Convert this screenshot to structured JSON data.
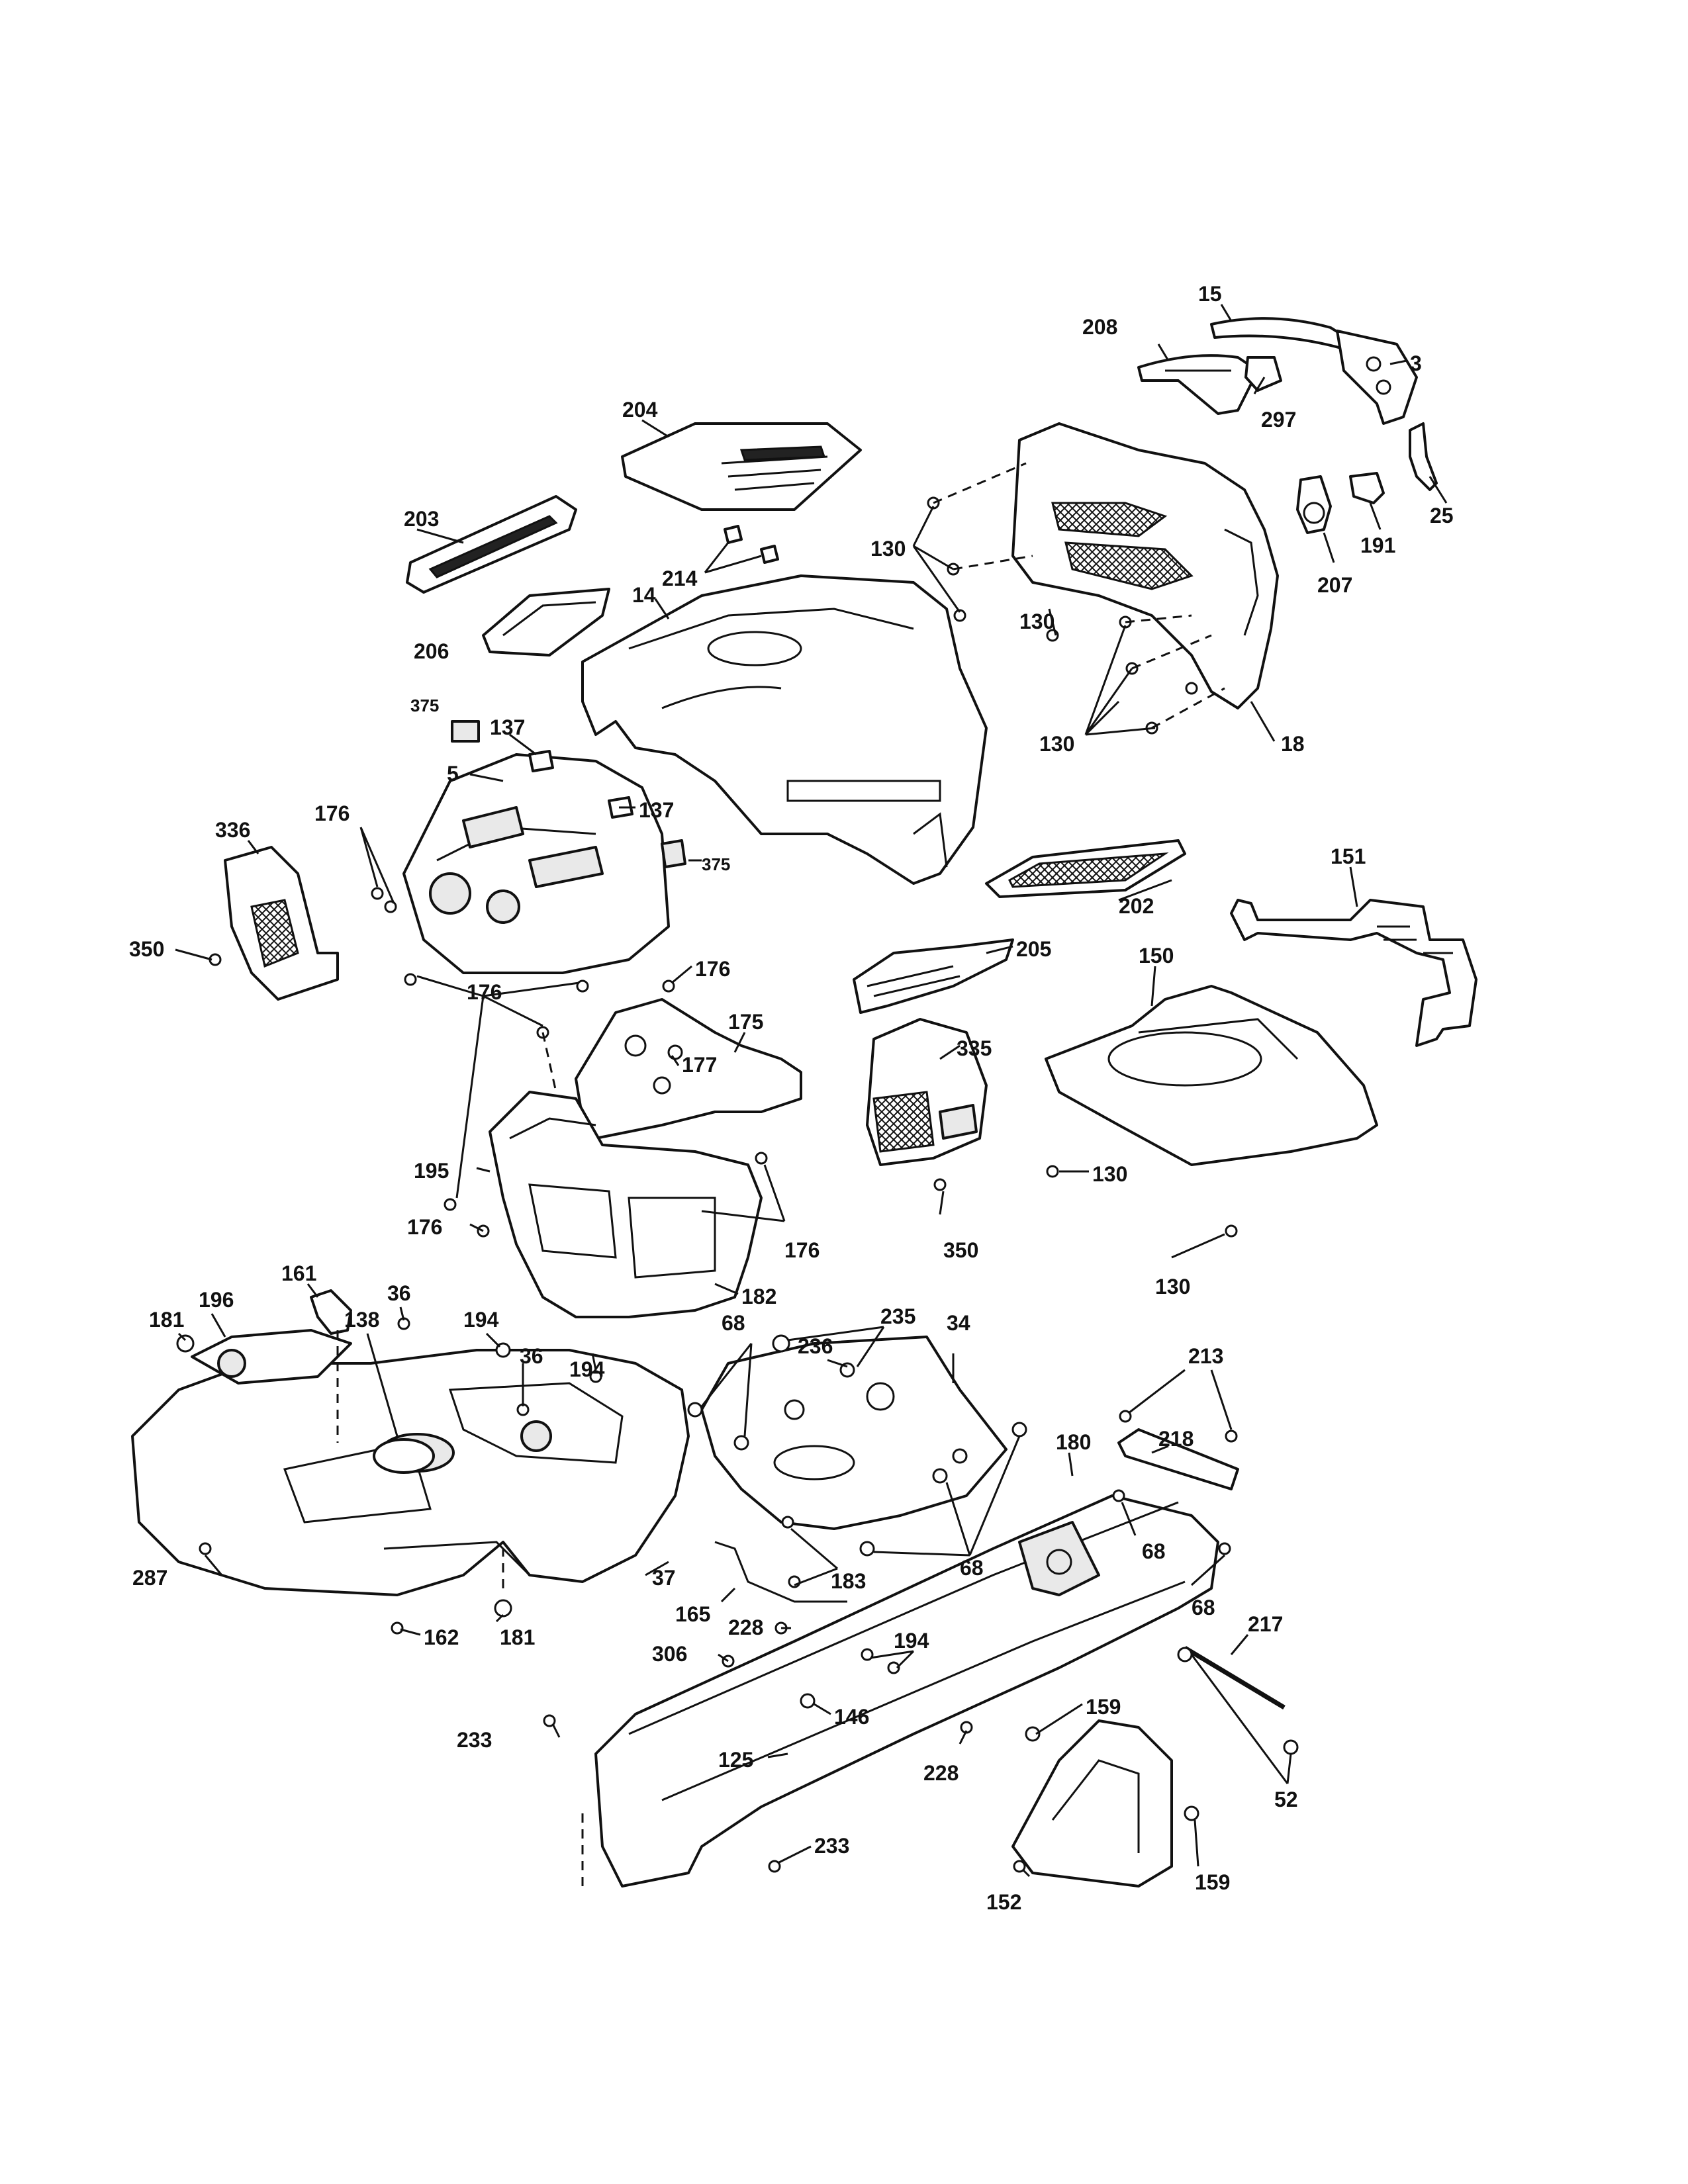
{
  "callouts": [
    {
      "id": "c15",
      "label": "15"
    },
    {
      "id": "c208",
      "label": "208"
    },
    {
      "id": "c3",
      "label": "3"
    },
    {
      "id": "c297",
      "label": "297"
    },
    {
      "id": "c25",
      "label": "25"
    },
    {
      "id": "c191",
      "label": "191"
    },
    {
      "id": "c207",
      "label": "207"
    },
    {
      "id": "c204",
      "label": "204"
    },
    {
      "id": "c203",
      "label": "203"
    },
    {
      "id": "c214",
      "label": "214"
    },
    {
      "id": "c130a",
      "label": "130"
    },
    {
      "id": "c130b",
      "label": "130"
    },
    {
      "id": "c130c",
      "label": "130"
    },
    {
      "id": "c14",
      "label": "14"
    },
    {
      "id": "c18",
      "label": "18"
    },
    {
      "id": "c206",
      "label": "206"
    },
    {
      "id": "c375a",
      "label": "375"
    },
    {
      "id": "c137a",
      "label": "137"
    },
    {
      "id": "c5",
      "label": "5"
    },
    {
      "id": "c137b",
      "label": "137"
    },
    {
      "id": "c375b",
      "label": "375"
    },
    {
      "id": "c176a",
      "label": "176"
    },
    {
      "id": "c336",
      "label": "336"
    },
    {
      "id": "c350a",
      "label": "350"
    },
    {
      "id": "c176b",
      "label": "176"
    },
    {
      "id": "c176c",
      "label": "176"
    },
    {
      "id": "c202",
      "label": "202"
    },
    {
      "id": "c151",
      "label": "151"
    },
    {
      "id": "c205",
      "label": "205"
    },
    {
      "id": "c150",
      "label": "150"
    },
    {
      "id": "c175",
      "label": "175"
    },
    {
      "id": "c177",
      "label": "177"
    },
    {
      "id": "c335",
      "label": "335"
    },
    {
      "id": "c130d",
      "label": "130"
    },
    {
      "id": "c195",
      "label": "195"
    },
    {
      "id": "c176d",
      "label": "176"
    },
    {
      "id": "c176e",
      "label": "176"
    },
    {
      "id": "c350b",
      "label": "350"
    },
    {
      "id": "c130e",
      "label": "130"
    },
    {
      "id": "c182",
      "label": "182"
    },
    {
      "id": "c161",
      "label": "161"
    },
    {
      "id": "c196",
      "label": "196"
    },
    {
      "id": "c138",
      "label": "138"
    },
    {
      "id": "c36a",
      "label": "36"
    },
    {
      "id": "c181a",
      "label": "181"
    },
    {
      "id": "c194a",
      "label": "194"
    },
    {
      "id": "c36b",
      "label": "36"
    },
    {
      "id": "c194b",
      "label": "194"
    },
    {
      "id": "c68a",
      "label": "68"
    },
    {
      "id": "c235",
      "label": "235"
    },
    {
      "id": "c236",
      "label": "236"
    },
    {
      "id": "c34",
      "label": "34"
    },
    {
      "id": "c213",
      "label": "213"
    },
    {
      "id": "c218",
      "label": "218"
    },
    {
      "id": "c180",
      "label": "180"
    },
    {
      "id": "c68b",
      "label": "68"
    },
    {
      "id": "c68c",
      "label": "68"
    },
    {
      "id": "c68d",
      "label": "68"
    },
    {
      "id": "c287",
      "label": "287"
    },
    {
      "id": "c37",
      "label": "37"
    },
    {
      "id": "c183",
      "label": "183"
    },
    {
      "id": "c165",
      "label": "165"
    },
    {
      "id": "c228a",
      "label": "228"
    },
    {
      "id": "c162",
      "label": "162"
    },
    {
      "id": "c181b",
      "label": "181"
    },
    {
      "id": "c306",
      "label": "306"
    },
    {
      "id": "c194c",
      "label": "194"
    },
    {
      "id": "c217",
      "label": "217"
    },
    {
      "id": "c146",
      "label": "146"
    },
    {
      "id": "c159a",
      "label": "159"
    },
    {
      "id": "c233a",
      "label": "233"
    },
    {
      "id": "c125",
      "label": "125"
    },
    {
      "id": "c228b",
      "label": "228"
    },
    {
      "id": "c52",
      "label": "52"
    },
    {
      "id": "c233b",
      "label": "233"
    },
    {
      "id": "c159b",
      "label": "159"
    },
    {
      "id": "c152",
      "label": "152"
    }
  ]
}
